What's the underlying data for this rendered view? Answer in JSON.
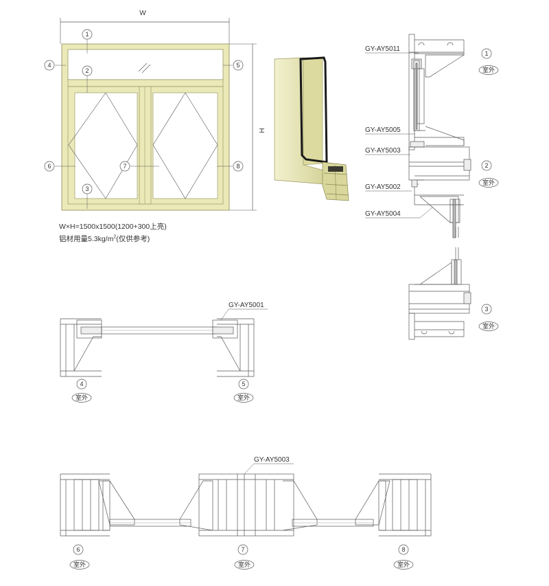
{
  "dimensions": {
    "width": "W",
    "height": "H"
  },
  "spec": {
    "size_line": "W×H=1500x1500(1200+300上亮)",
    "weight_prefix": "铝材用量5.3kg/m",
    "weight_sup": "2",
    "weight_suffix": "(仅供参考)"
  },
  "markers": [
    "1",
    "2",
    "3",
    "4",
    "5",
    "6",
    "7",
    "8"
  ],
  "exterior_label": "室外",
  "profiles": {
    "ay5011": "GY-AY5011",
    "ay5005": "GY-AY5005",
    "ay5003": "GY-AY5003",
    "ay5002": "GY-AY5002",
    "ay5004": "GY-AY5004",
    "ay5001": "GY-AY5001"
  },
  "colors": {
    "frame_fill": "#ebe9b8",
    "frame_stroke": "#8a8a55",
    "line": "#555555"
  }
}
